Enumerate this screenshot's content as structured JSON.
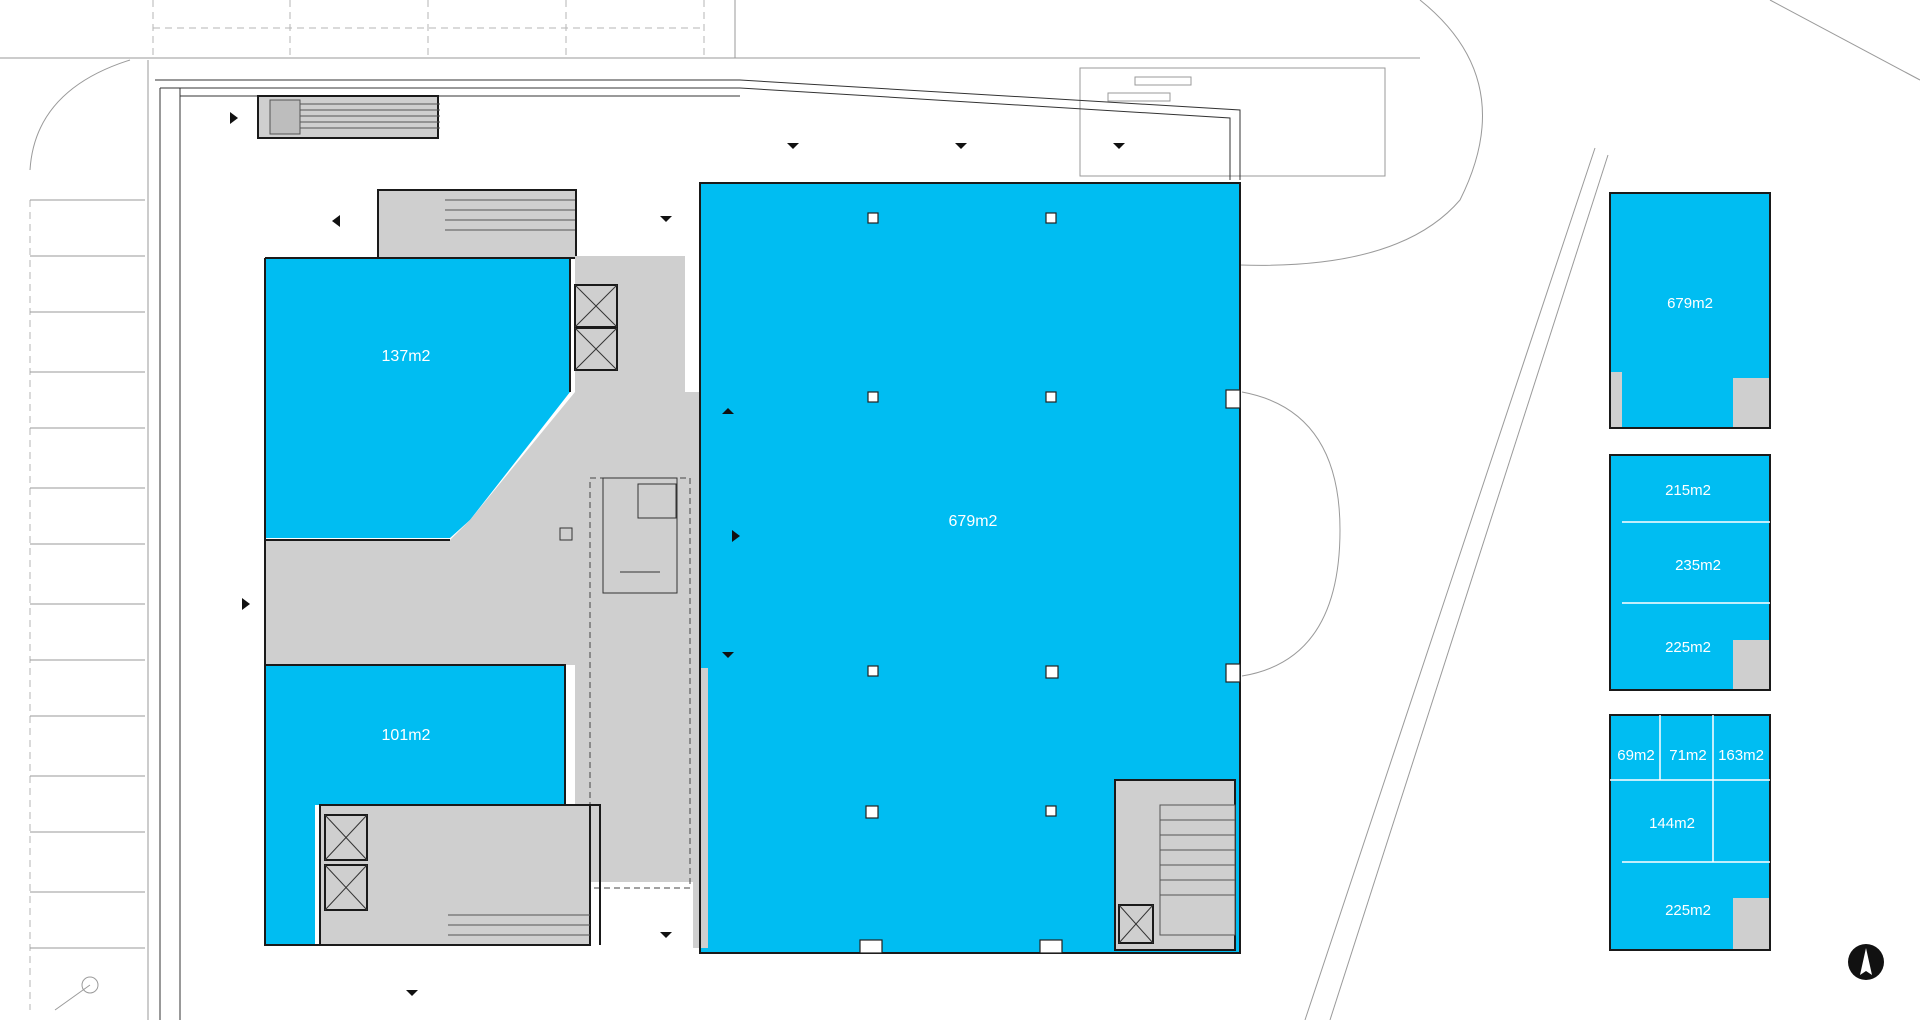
{
  "floor_plan": {
    "main_building": {
      "north_room": "137m2",
      "south_room": "101m2",
      "main_hall": "679m2"
    },
    "layout_options": [
      {
        "name": "option-1",
        "rooms": [
          "679m2"
        ]
      },
      {
        "name": "option-2",
        "rooms": [
          "215m2",
          "235m2",
          "225m2"
        ]
      },
      {
        "name": "option-3",
        "rooms": [
          "69m2",
          "71m2",
          "163m2",
          "144m2",
          "225m2"
        ]
      }
    ]
  },
  "colors": {
    "room_fill": "#00bdf2",
    "service_fill": "#cfcfcf",
    "wall": "#1a1a1a"
  },
  "icons": [
    "north-arrow-icon",
    "entrance-arrow-icon"
  ]
}
